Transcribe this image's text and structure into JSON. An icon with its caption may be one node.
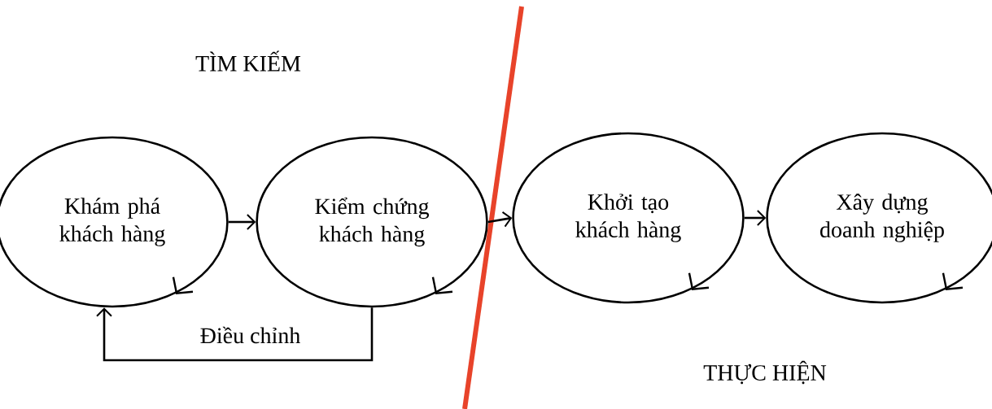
{
  "diagram": {
    "nodes": [
      {
        "text": [
          "Khám phá khách hàng"
        ]
      },
      {
        "text": [
          "Kiểm chứng khách hàng"
        ]
      },
      {
        "text": [
          "Khởi tạo khách hàng"
        ]
      },
      {
        "text": [
          "Xây dựng doanh nghiệp"
        ]
      }
    ],
    "edges": [
      {
        "from": 0,
        "to": 1,
        "arrow": "to"
      },
      {
        "from": 1,
        "to": 2,
        "arrow": "to"
      },
      {
        "from": 2,
        "to": 3,
        "arrow": "to"
      },
      {
        "from": 1,
        "to": 0,
        "arrow": "to",
        "label": "Điều chỉnh"
      }
    ],
    "labels": [
      "TÌM KIẾM",
      "THỰC HIỆN"
    ]
  }
}
